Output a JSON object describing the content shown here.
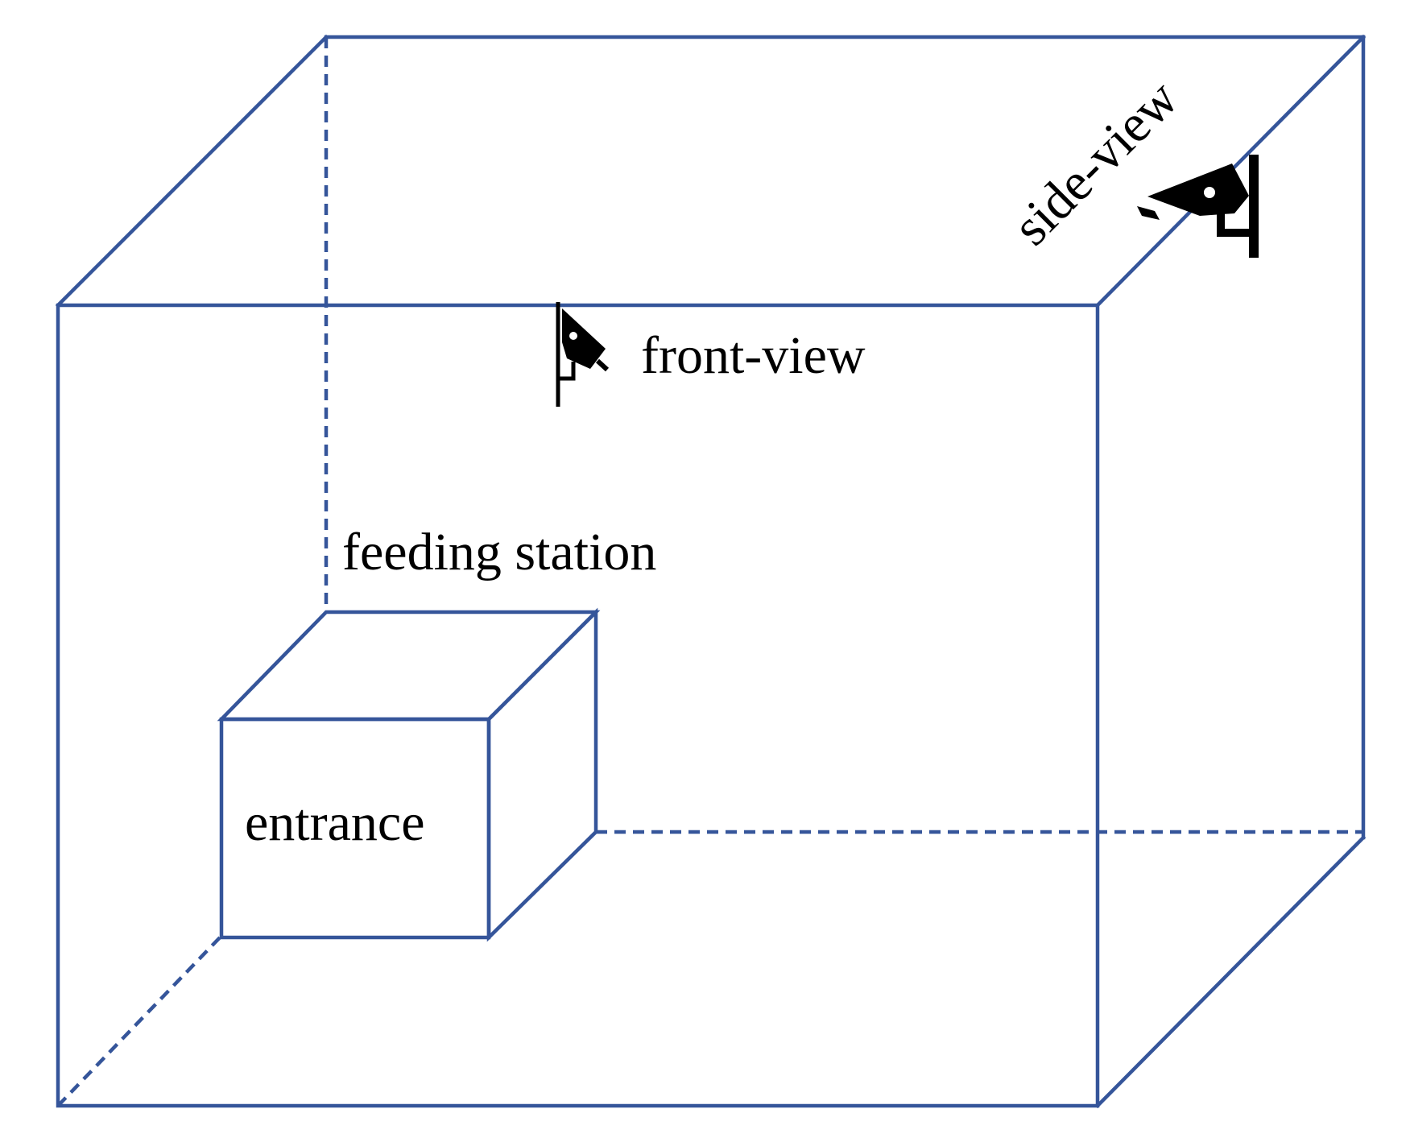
{
  "diagram": {
    "labels": {
      "front_view": "front-view",
      "side_view": "side-view",
      "feeding_station": "feeding station",
      "entrance": "entrance"
    },
    "colors": {
      "edge": "#35559a",
      "box_side": "#d0d0d0",
      "text": "#000000",
      "camera": "#000000"
    },
    "icons": {
      "front_camera": "security-camera-icon",
      "side_camera": "security-camera-icon"
    }
  }
}
